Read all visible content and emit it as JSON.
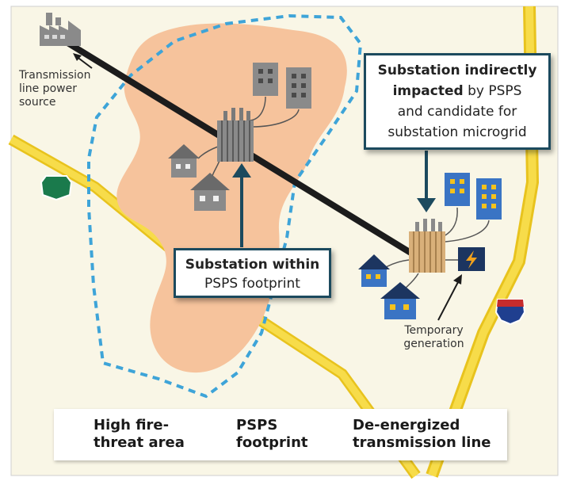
{
  "callouts": {
    "indirect": {
      "line1_bold": "Substation indirectly",
      "line2_bold": "impacted",
      "line2_rest": " by PSPS",
      "line3": "and candidate for",
      "line4": "substation microgrid"
    },
    "within": {
      "line1_bold": "Substation within",
      "line2": "PSPS footprint"
    }
  },
  "labels": {
    "source_line1": "Transmission",
    "source_line2": "line power",
    "source_line3": "source",
    "gen_line1": "Temporary",
    "gen_line2": "generation"
  },
  "legend": {
    "fire_line1": "High fire-",
    "fire_line2": "threat area",
    "psps_line1": "PSPS",
    "psps_line2": "footprint",
    "line_line1": "De-energized",
    "line_line2": "transmission line"
  },
  "colors": {
    "map_bg": "#f9f6e6",
    "fire_area": "#f6c39c",
    "psps_border": "#3ea4d8",
    "transmission_line": "#1c1c1c",
    "highway": "#f5d22c",
    "affected_buildings": "#8a8a8a",
    "indirect_buildings": "#3a74c4",
    "callout_border": "#1c4a5e",
    "generation_box": "#1c3560",
    "bolt": "#f2a21c"
  },
  "icons": [
    "factory-icon",
    "building-icon",
    "house-icon",
    "substation-icon",
    "lightning-bolt-icon",
    "us-highway-shield-icon",
    "interstate-shield-icon"
  ]
}
